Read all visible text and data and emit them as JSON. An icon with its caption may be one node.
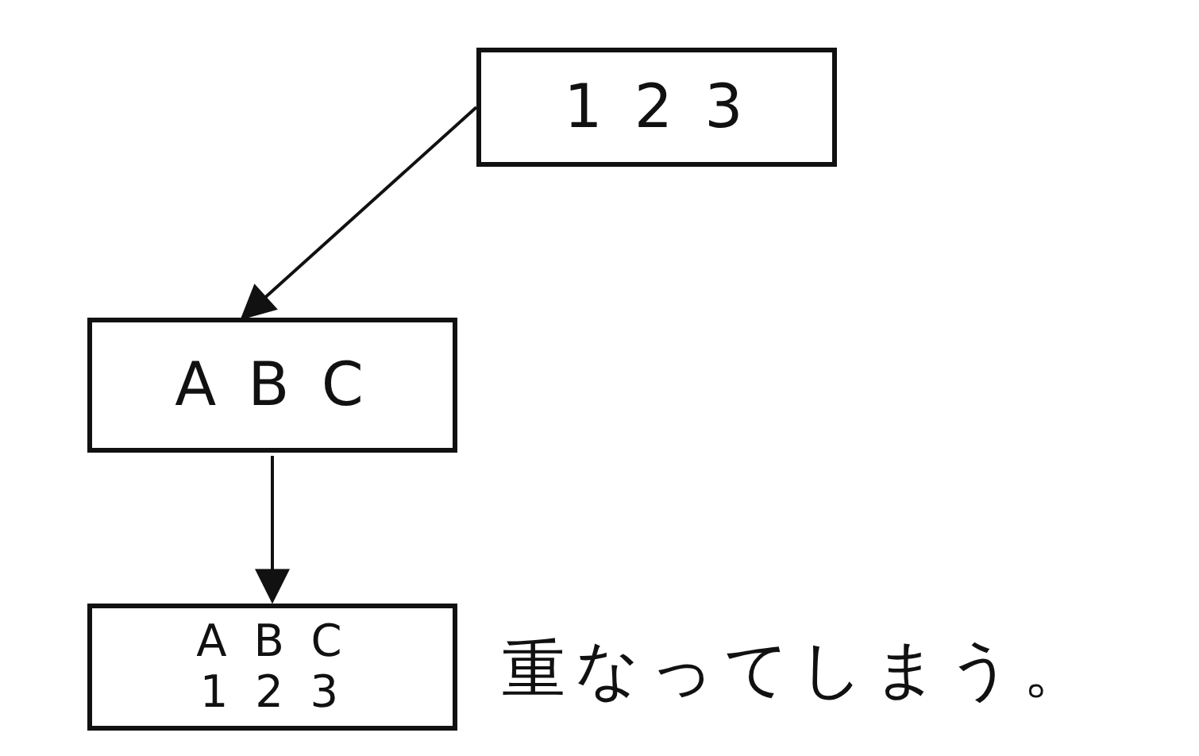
{
  "diagram": {
    "nodes": [
      {
        "text": [
          "1 2 3"
        ]
      },
      {
        "text": [
          "A B C"
        ]
      },
      {
        "text": [
          "A B C",
          "1 2 3"
        ],
        "beside": [
          "重なってしまう。"
        ]
      }
    ],
    "edges": [
      {
        "from": 0,
        "to": 1,
        "arrow": "to"
      },
      {
        "from": 1,
        "to": 2,
        "arrow": "to"
      }
    ]
  }
}
